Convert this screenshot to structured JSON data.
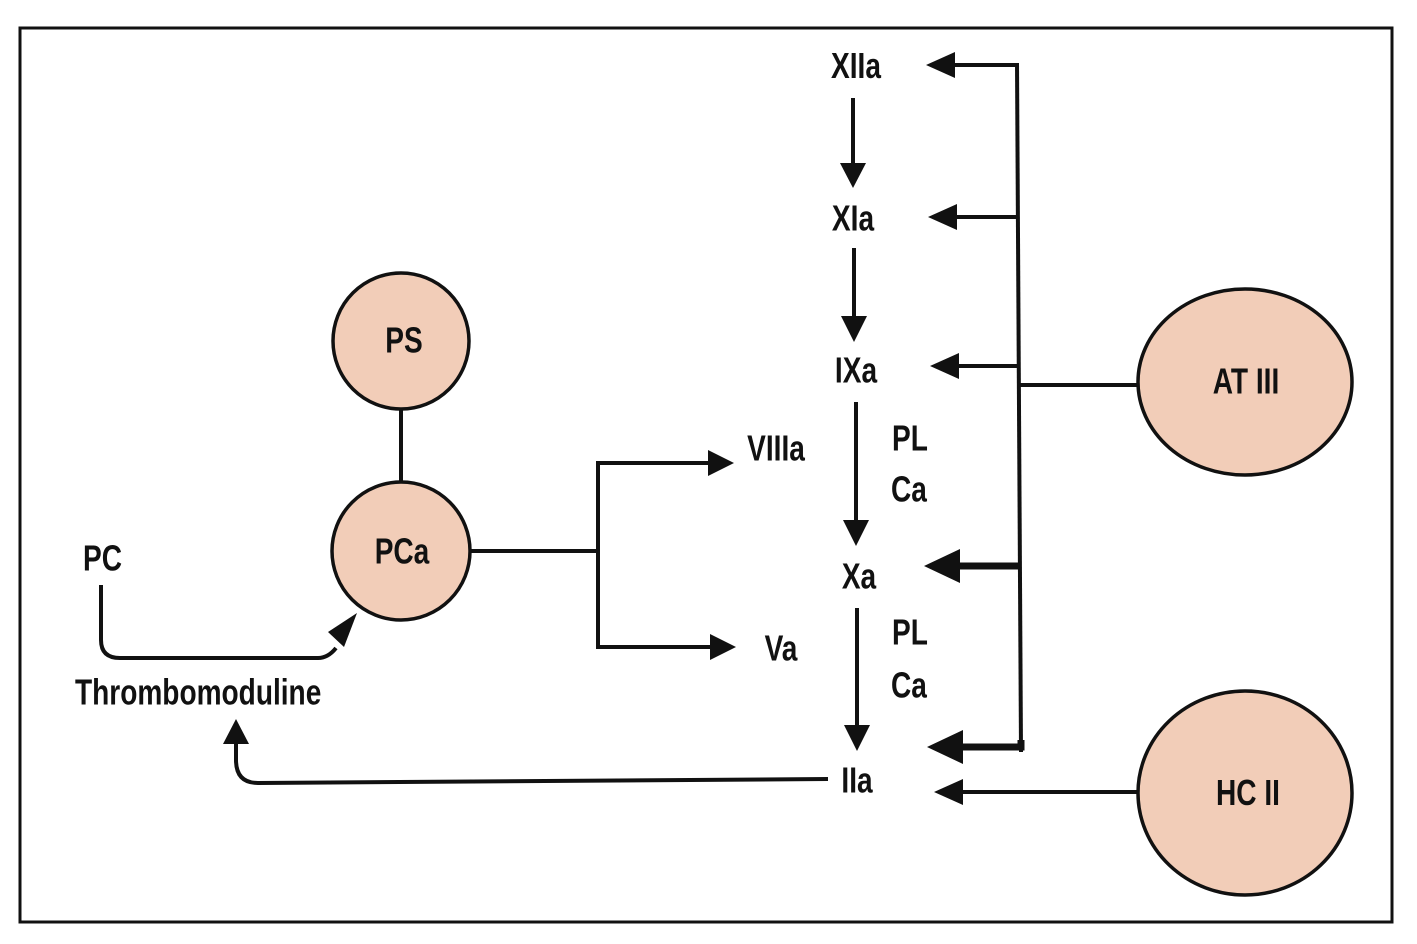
{
  "diagram": {
    "title": "",
    "colors": {
      "node_fill": "#f2cdb8",
      "stroke": "#111111",
      "background": "#ffffff"
    },
    "nodes": {
      "ps": {
        "label": "PS",
        "shape": "circle"
      },
      "pca": {
        "label": "PCa",
        "shape": "circle"
      },
      "at3": {
        "label": "AT III",
        "shape": "circle"
      },
      "hc2": {
        "label": "HC II",
        "shape": "circle"
      }
    },
    "factors": {
      "xiia": "XIIa",
      "xia": "XIa",
      "ixa": "IXa",
      "xa": "Xa",
      "iia": "IIa",
      "viiia": "VIIIa",
      "va": "Va"
    },
    "cofactors": {
      "pl_1": "PL",
      "ca_1": "Ca",
      "pl_2": "PL",
      "ca_2": "Ca"
    },
    "other_labels": {
      "pc": "PC",
      "thrombomoduline": "Thrombomoduline"
    },
    "edges": [
      {
        "from": "XIIa",
        "to": "XIa",
        "type": "activation"
      },
      {
        "from": "XIa",
        "to": "IXa",
        "type": "activation"
      },
      {
        "from": "IXa",
        "to": "Xa",
        "type": "activation",
        "cofactors": [
          "PL",
          "Ca"
        ]
      },
      {
        "from": "Xa",
        "to": "IIa",
        "type": "activation",
        "cofactors": [
          "PL",
          "Ca"
        ]
      },
      {
        "from": "AT III",
        "to": "XIIa",
        "type": "inhibition"
      },
      {
        "from": "AT III",
        "to": "XIa",
        "type": "inhibition"
      },
      {
        "from": "AT III",
        "to": "IXa",
        "type": "inhibition"
      },
      {
        "from": "AT III",
        "to": "Xa",
        "type": "inhibition",
        "emphasis": "strong"
      },
      {
        "from": "AT III",
        "to": "IIa",
        "type": "inhibition",
        "emphasis": "strong"
      },
      {
        "from": "HC II",
        "to": "IIa",
        "type": "inhibition"
      },
      {
        "from": "PS",
        "to": "PCa",
        "type": "association"
      },
      {
        "from": "PCa",
        "to": "VIIIa",
        "type": "inactivation"
      },
      {
        "from": "PCa",
        "to": "Va",
        "type": "inactivation"
      },
      {
        "from": "PC",
        "to": "PCa",
        "type": "activation",
        "via": "Thrombomoduline"
      },
      {
        "from": "IIa",
        "to": "Thrombomoduline",
        "type": "binding"
      }
    ]
  }
}
